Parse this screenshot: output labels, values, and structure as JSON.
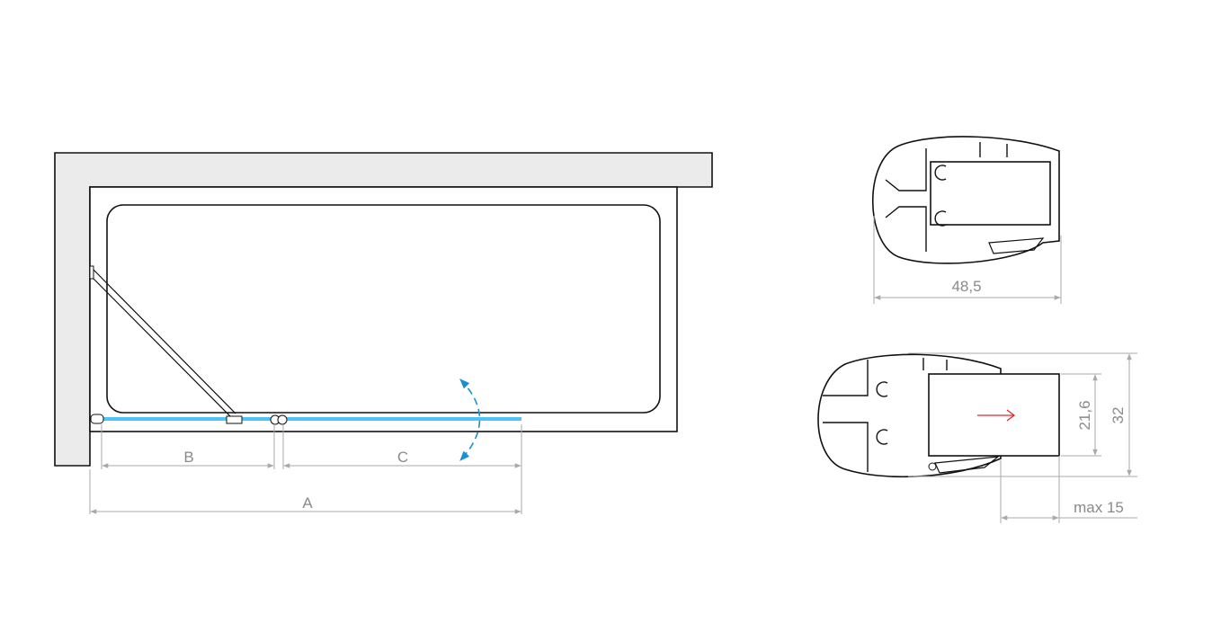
{
  "plan_view": {
    "dimension_labels": {
      "a": "A",
      "b": "B",
      "c": "C"
    },
    "glass_color": "#4fc3f7",
    "swing_arrow_color": "#1a8fd0"
  },
  "profile_top": {
    "width_label": "48,5"
  },
  "profile_bottom": {
    "height_label": "32",
    "inner_height_label": "21,6",
    "adjust_label": "max 15",
    "adjust_arrow_color": "#e0282e"
  }
}
